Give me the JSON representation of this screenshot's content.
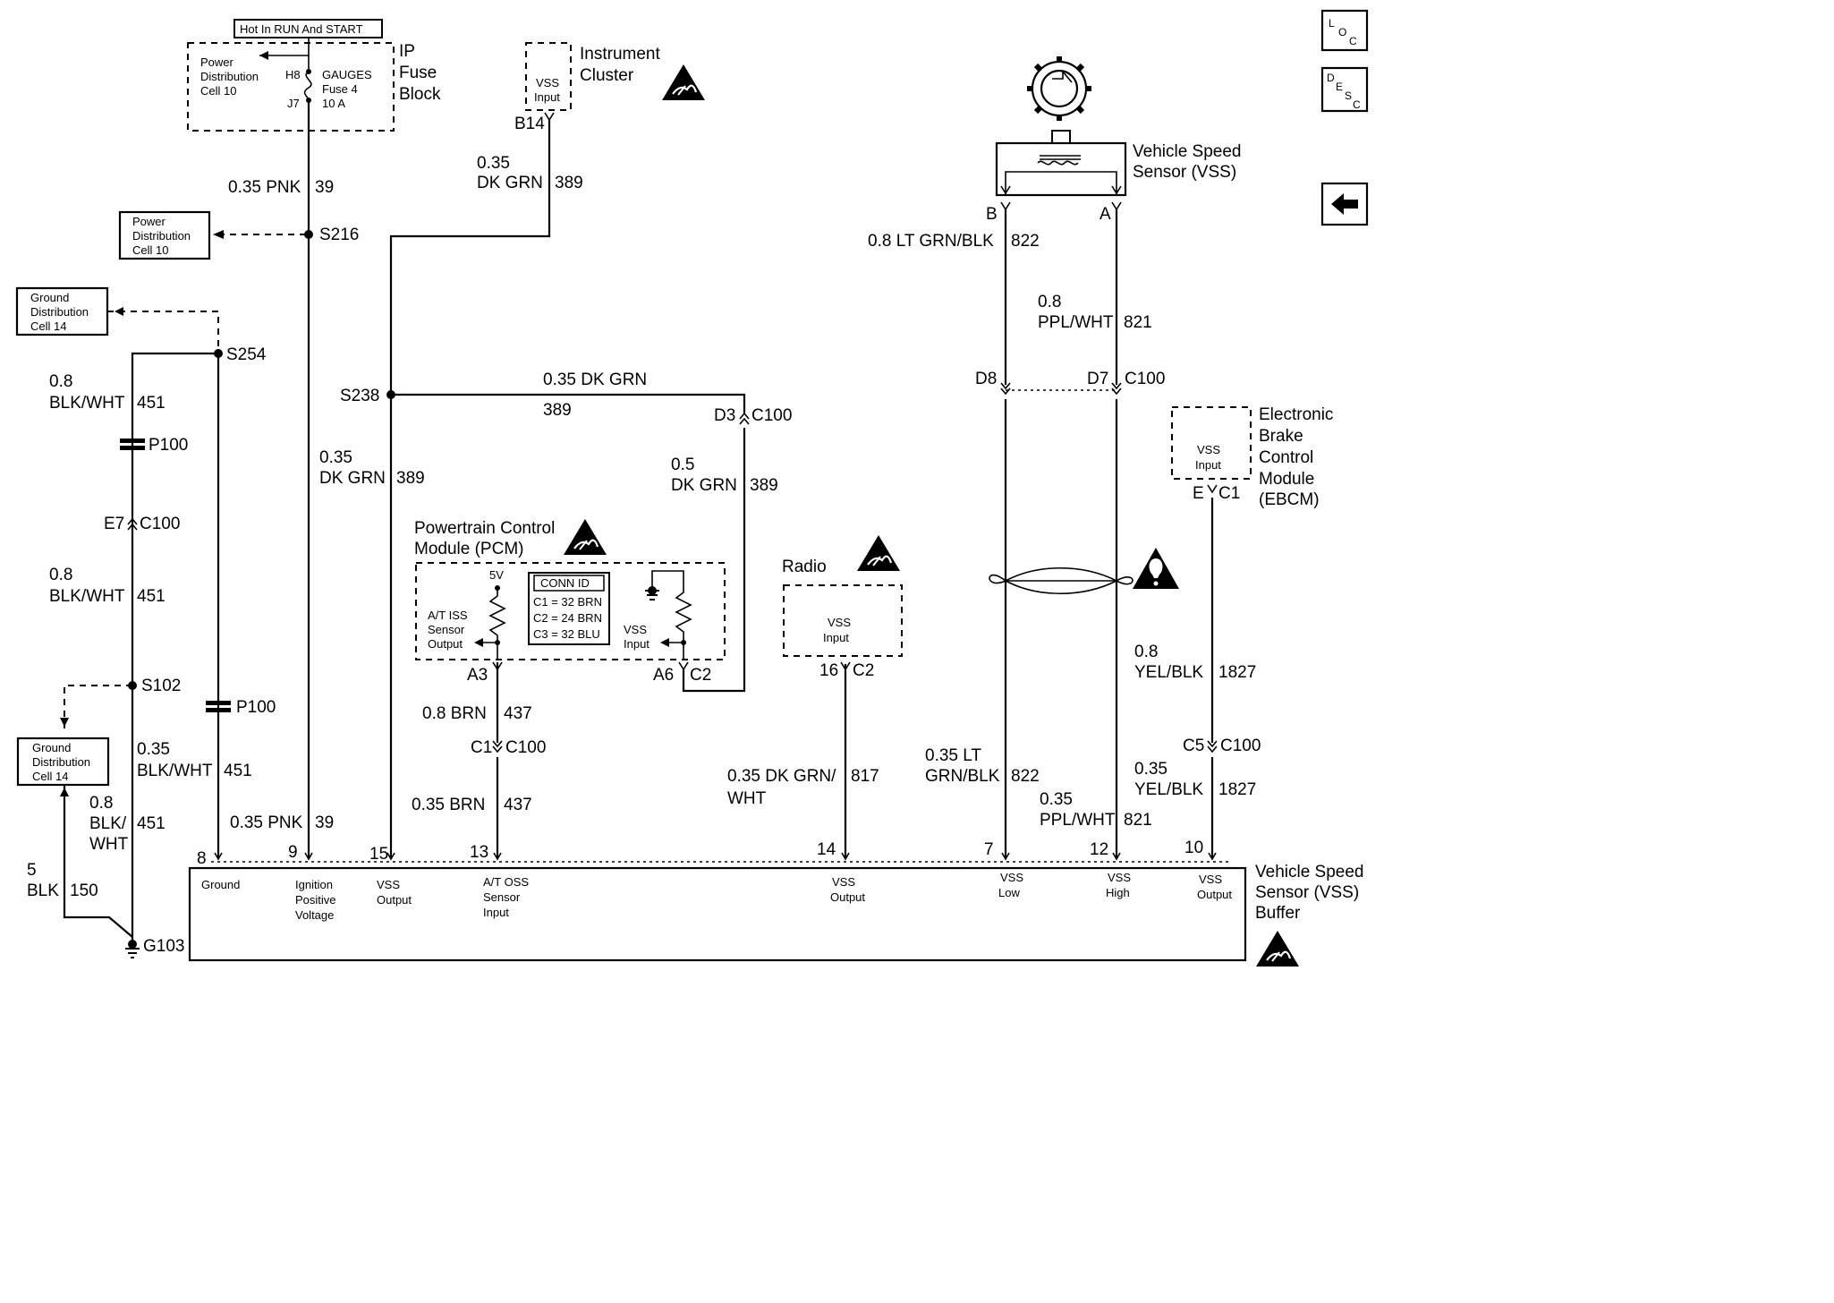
{
  "nav": {
    "loc": {
      "l": "L",
      "o": "O",
      "c": "C"
    },
    "desc": {
      "d": "D",
      "e": "E",
      "s": "S",
      "c": "C"
    }
  },
  "fuse": {
    "hot_label": "Hot In RUN And START",
    "block_l1": "IP",
    "block_l2": "Fuse",
    "block_l3": "Block",
    "pd_l1": "Power",
    "pd_l2": "Distribution",
    "pd_l3": "Cell 10",
    "h8": "H8",
    "j7": "J7",
    "name": "GAUGES",
    "num": "Fuse 4",
    "amp": "10 A"
  },
  "cluster": {
    "l1": "Instrument",
    "l2": "Cluster",
    "in1": "VSS",
    "in2": "Input",
    "pin": "B14"
  },
  "vss": {
    "l1": "Vehicle Speed",
    "l2": "Sensor (VSS)",
    "pin_b": "B",
    "pin_a": "A"
  },
  "ebcm": {
    "l1": "Electronic",
    "l2": "Brake",
    "l3": "Control",
    "l4": "Module",
    "l5": "(EBCM)",
    "in1": "VSS",
    "in2": "Input",
    "pin": "E",
    "conn": "C1"
  },
  "radio": {
    "label": "Radio",
    "in1": "VSS",
    "in2": "Input",
    "pin": "16",
    "conn": "C2"
  },
  "pcm": {
    "l1": "Powertrain Control",
    "l2": "Module (PCM)",
    "iss1": "A/T ISS",
    "iss2": "Sensor",
    "iss3": "Output",
    "v5": "5V",
    "conn_title": "CONN ID",
    "c1": "C1 = 32 BRN",
    "c2": "C2 = 24 BRN",
    "c3": "C3 = 32 BLU",
    "vin1": "VSS",
    "vin2": "Input",
    "pin_a3": "A3",
    "pin_a6": "A6",
    "conn_c2": "C2"
  },
  "boxes": {
    "pd_top": {
      "l1": "Power",
      "l2": "Distribution",
      "l3": "Cell 10"
    },
    "gd_top": {
      "l1": "Ground",
      "l2": "Distribution",
      "l3": "Cell 14"
    },
    "gd_bot": {
      "l1": "Ground",
      "l2": "Distribution",
      "l3": "Cell 14"
    }
  },
  "splices": {
    "s216": "S216",
    "s254": "S254",
    "s238": "S238",
    "s102": "S102",
    "g103": "G103",
    "p100a": "P100",
    "p100b": "P100"
  },
  "connectors": {
    "e7": "E7",
    "c100_e7": "C100",
    "d3": "D3",
    "c100_d3": "C100",
    "c1": "C1",
    "c100_c1": "C100",
    "d8": "D8",
    "d7": "D7",
    "c100_d7": "C100",
    "c5": "C5",
    "c100_c5": "C100"
  },
  "wires": {
    "pnk_top": {
      "size": "0.35 PNK",
      "circuit": "39"
    },
    "dkgrn_cluster": {
      "size": "0.35",
      "color": "DK GRN",
      "circuit": "389"
    },
    "blkwht_top": {
      "size": "0.8",
      "color": "BLK/WHT",
      "circuit": "451"
    },
    "blkwht_mid": {
      "size": "0.8",
      "color": "BLK/WHT",
      "circuit": "451"
    },
    "dkgrn_s238": {
      "size": "0.35 DK GRN",
      "circuit": "389"
    },
    "dkgrn_left": {
      "size": "0.35",
      "color": "DK GRN",
      "circuit": "389"
    },
    "dkgrn_05": {
      "size": "0.5",
      "color": "DK GRN",
      "circuit": "389"
    },
    "ltgrn_top": {
      "size": "0.8 LT GRN/BLK",
      "circuit": "822"
    },
    "ppl_top": {
      "size": "0.8",
      "color": "PPL/WHT",
      "circuit": "821"
    },
    "blkwht_035": {
      "size": "0.35",
      "color": "BLK/WHT",
      "circuit": "451"
    },
    "blkwht_08_bot": {
      "size": "0.8",
      "color1": "BLK/",
      "color2": "WHT",
      "circuit": "451"
    },
    "blk_5": {
      "size": "5",
      "color": "BLK",
      "circuit": "150"
    },
    "pnk_bot": {
      "size": "0.35 PNK",
      "circuit": "39"
    },
    "brn_08": {
      "size": "0.8 BRN",
      "circuit": "437"
    },
    "brn_035": {
      "size": "0.35 BRN",
      "circuit": "437"
    },
    "radio_wire": {
      "size": "0.35 DK GRN/",
      "color": "WHT",
      "circuit": "817"
    },
    "ltgrn_bot": {
      "size": "0.35 LT",
      "color": "GRN/BLK",
      "circuit": "822"
    },
    "ppl_bot": {
      "size": "0.35",
      "color": "PPL/WHT",
      "circuit": "821"
    },
    "yel_top": {
      "size": "0.8",
      "color": "YEL/BLK",
      "circuit": "1827"
    },
    "yel_bot": {
      "size": "0.35",
      "color": "YEL/BLK",
      "circuit": "1827"
    }
  },
  "buffer": {
    "l1": "Vehicle Speed",
    "l2": "Sensor (VSS)",
    "l3": "Buffer",
    "pins": [
      "8",
      "9",
      "15",
      "13",
      "14",
      "7",
      "12",
      "10"
    ],
    "p8": "Ground",
    "p9a": "Ignition",
    "p9b": "Positive",
    "p9c": "Voltage",
    "p15a": "VSS",
    "p15b": "Output",
    "p13a": "A/T OSS",
    "p13b": "Sensor",
    "p13c": "Input",
    "p14a": "VSS",
    "p14b": "Output",
    "p7a": "VSS",
    "p7b": "Low",
    "p12a": "VSS",
    "p12b": "High",
    "p10a": "VSS",
    "p10b": "Output"
  }
}
